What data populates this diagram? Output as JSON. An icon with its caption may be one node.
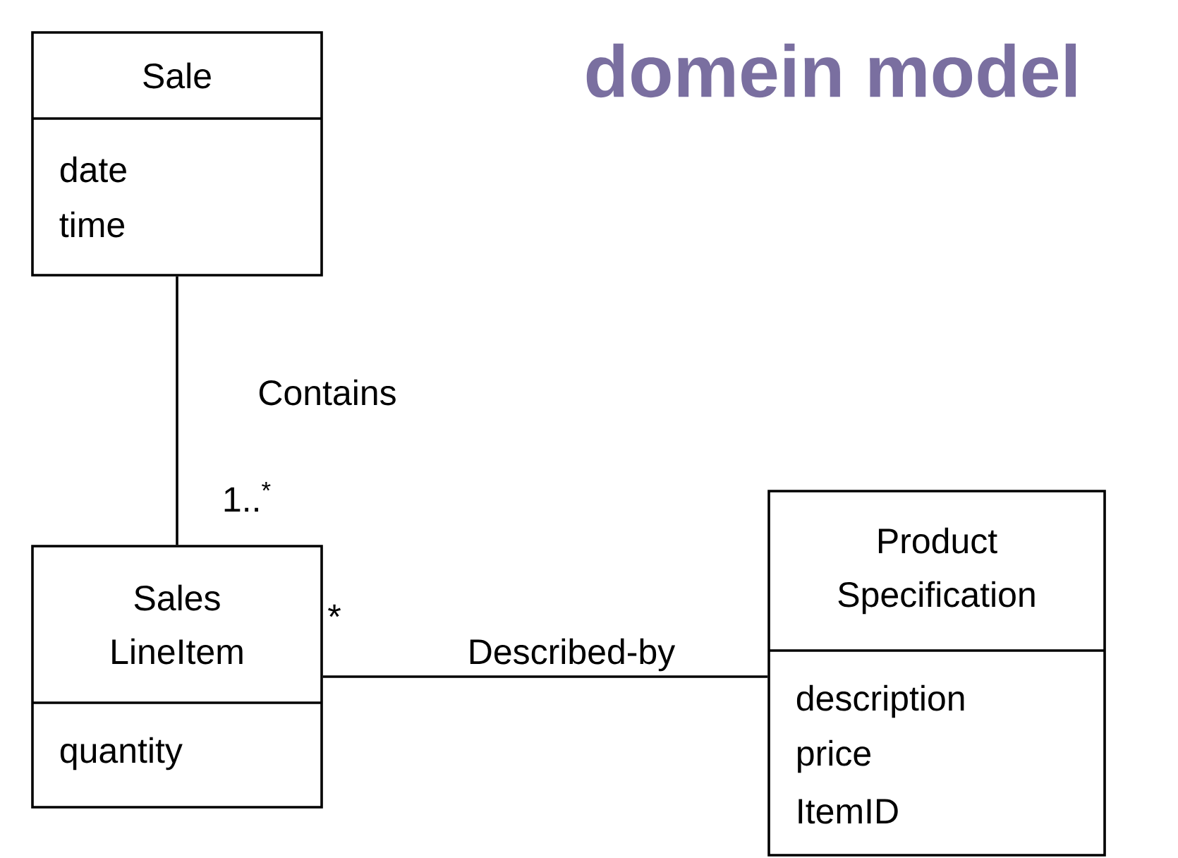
{
  "diagram": {
    "title": "domein model",
    "nodes": [
      {
        "text": [
          "Sale",
          "date",
          "time"
        ]
      },
      {
        "text": [
          "Sales LineItem",
          "quantity"
        ]
      },
      {
        "text": [
          "Product Specification",
          "description",
          "price",
          "ItemID"
        ]
      }
    ],
    "edges": [
      {
        "from": 0,
        "to": 1,
        "arrow": "none",
        "label": "Contains"
      },
      {
        "from": 1,
        "to": 2,
        "arrow": "none",
        "label": "Described-by"
      }
    ],
    "labels": [
      "1..$^{*}$",
      "*"
    ]
  }
}
